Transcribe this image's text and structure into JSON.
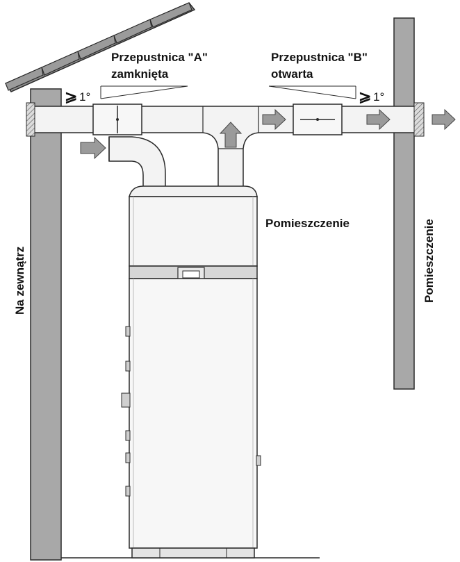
{
  "labels": {
    "damper_a_line1": "Przepustnica \"A\"",
    "damper_a_line2": "zamknięta",
    "damper_b_line1": "Przepustnica \"B\"",
    "damper_b_line2": "otwarta",
    "slope_a": "1°",
    "slope_b": "1°",
    "slope_symbol": "⩾",
    "room_center": "Pomieszczenie",
    "room_right": "Pomieszczenie",
    "outside": "Na zewnątrz"
  },
  "colors": {
    "wall": "#a8a8a8",
    "duct": "#f1f1f1",
    "line": "#2a2a2a",
    "arrow": "#9a9a9a",
    "hatch": "#d8d8d8"
  }
}
